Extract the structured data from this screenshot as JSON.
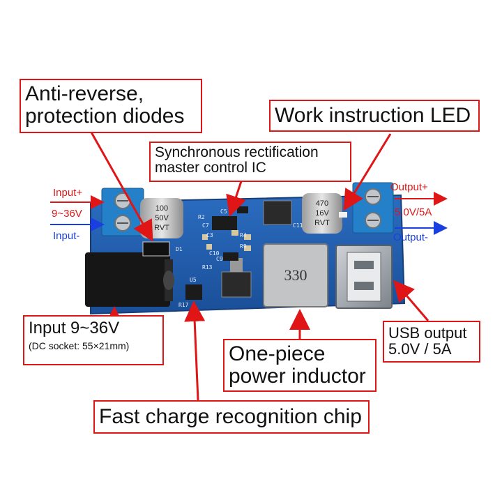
{
  "callouts": {
    "anti_reverse": {
      "line1": "Anti-reverse,",
      "line2": "protection diodes"
    },
    "work_led": {
      "line1": "Work instruction LED"
    },
    "sync_ic": {
      "line1": "Synchronous rectification",
      "line2": "master control IC"
    },
    "input": {
      "line1": "Input 9~36V",
      "line2": "(DC socket: 55×21mm)"
    },
    "inductor": {
      "line1": "One-piece",
      "line2": "power inductor"
    },
    "usb": {
      "line1": "USB output",
      "line2": "5.0V / 5A"
    },
    "fast_charge": {
      "line1": "Fast charge recognition chip"
    }
  },
  "terminals": {
    "input_plus": "Input+",
    "input_range": "9~36V",
    "input_minus": "Input-",
    "output_plus": "Output+",
    "output_rating": "5.0V/5A",
    "output_minus": "Output-"
  },
  "components": {
    "cap_left": {
      "line1": "100",
      "line2": "50V",
      "line3": "RVT"
    },
    "cap_right": {
      "line1": "470",
      "line2": "16V",
      "line3": "RVT"
    },
    "inductor_mark": "330",
    "silk": [
      "D1",
      "C5",
      "R4",
      "C9",
      "C10",
      "R13",
      "C11",
      "U5",
      "R17",
      "R2",
      "C7",
      "C3",
      "R9"
    ]
  },
  "colors": {
    "accent": "#e01616",
    "arrow_blue": "#1a3fe0",
    "pcb": "#1f5aa8"
  }
}
